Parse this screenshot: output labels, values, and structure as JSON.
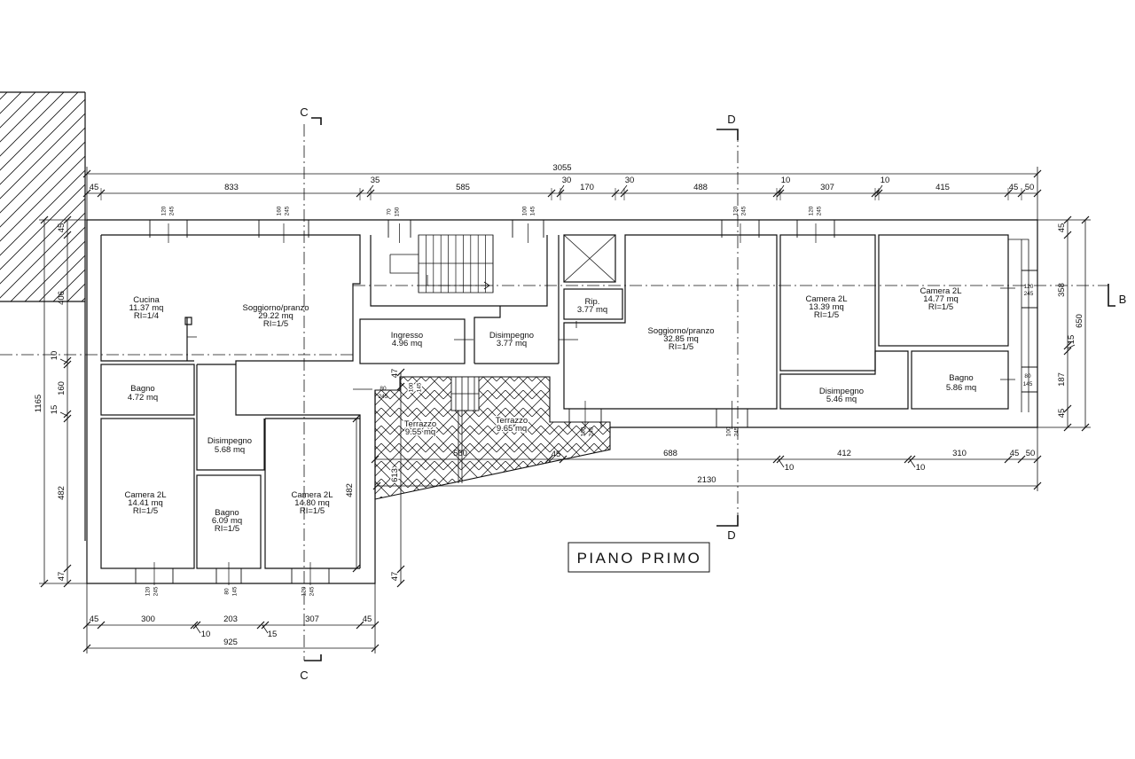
{
  "title": "PIANO PRIMO",
  "section_marks": {
    "c_top": "C",
    "c_bottom": "C",
    "d_top": "D",
    "d_bottom": "D",
    "b_right": "B"
  },
  "rooms": [
    {
      "name": "Cucina",
      "area": "11.37 mq",
      "ri": "RI=1/4"
    },
    {
      "name": "Soggiorno/pranzo",
      "area": "29.22 mq",
      "ri": "RI=1/5"
    },
    {
      "name": "Ingresso",
      "area": "4.96 mq"
    },
    {
      "name": "Disimpegno",
      "area": "3.77 mq"
    },
    {
      "name": "Rip.",
      "area": "3.77 mq"
    },
    {
      "name": "Soggiorno/pranzo",
      "area": "32.85 mq",
      "ri": "RI=1/5"
    },
    {
      "name": "Camera 2L",
      "area": "13.39 mq",
      "ri": "RI=1/5"
    },
    {
      "name": "Camera 2L",
      "area": "14.77 mq",
      "ri": "RI=1/5"
    },
    {
      "name": "Disimpegno",
      "area": "5.46 mq"
    },
    {
      "name": "Bagno",
      "area": "5.86 mq"
    },
    {
      "name": "Bagno",
      "area": "4.72 mq"
    },
    {
      "name": "Disimpegno",
      "area": "5.68 mq"
    },
    {
      "name": "Camera 2L",
      "area": "14.41 mq",
      "ri": "RI=1/5"
    },
    {
      "name": "Bagno",
      "area": "6.09 mq",
      "ri": "RI=1/5"
    },
    {
      "name": "Camera 2L",
      "area": "14.80 mq",
      "ri": "RI=1/5"
    },
    {
      "name": "Terrazzo",
      "area": "9.55 mq"
    },
    {
      "name": "Terrazzo",
      "area": "9.65 mq"
    }
  ],
  "openings": [
    {
      "width": "120",
      "height": "245"
    },
    {
      "width": "160",
      "height": "245"
    },
    {
      "width": "70",
      "height": "150"
    },
    {
      "width": "100",
      "height": "145"
    },
    {
      "width": "120",
      "height": "245"
    },
    {
      "width": "120",
      "height": "245"
    },
    {
      "width": "120",
      "height": "245"
    },
    {
      "width": "80",
      "height": "145"
    },
    {
      "width": "80",
      "height": "245"
    },
    {
      "width": "100",
      "height": "145"
    },
    {
      "width": "100",
      "height": "245"
    },
    {
      "width": "100",
      "height": "245"
    },
    {
      "width": "120",
      "height": "245"
    },
    {
      "width": "80",
      "height": "145"
    },
    {
      "width": "120",
      "height": "245"
    }
  ],
  "dimensions": {
    "top_total": "3055",
    "top_chain": [
      "45",
      "833",
      "35",
      "585",
      "30",
      "170",
      "30",
      "488",
      "10",
      "307",
      "10",
      "415",
      "45",
      "50"
    ],
    "left_total": "1165",
    "left_chain": [
      "45",
      "406",
      "10",
      "160",
      "15",
      "482",
      "47"
    ],
    "right_total": "650",
    "right_chain": [
      "45",
      "358",
      "15",
      "187",
      "45"
    ],
    "bottom_right_chain": [
      "560",
      "45",
      "688",
      "10",
      "412",
      "10",
      "310",
      "45",
      "50"
    ],
    "bottom_right_total": "2130",
    "bottom_left_chain": [
      "45",
      "300",
      "10",
      "203",
      "15",
      "307",
      "45"
    ],
    "bottom_left_total": "925",
    "terrace_side": [
      "47",
      "613",
      "47"
    ],
    "inner_wall": "482"
  }
}
